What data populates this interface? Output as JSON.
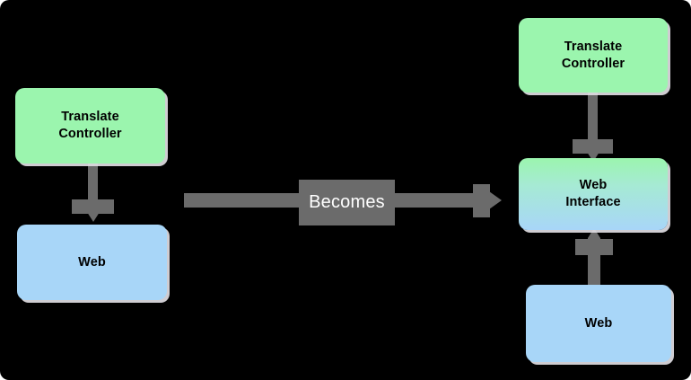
{
  "diagram": {
    "title": "Becomes transformation diagram",
    "background_color": "#000000",
    "accent_gray": "#6b6b6b",
    "green": "#9bf5ae",
    "blue": "#a8d6f8",
    "shadow": "#e1dee4",
    "left_group": {
      "name": "before",
      "nodes": [
        {
          "id": "left-translate-controller",
          "label": "Translate\nController",
          "fill": "green"
        },
        {
          "id": "left-web",
          "label": "Web",
          "fill": "blue"
        }
      ],
      "connector": {
        "id": "left-tc-to-web",
        "direction": "down",
        "from": "left-translate-controller",
        "to": "left-web"
      }
    },
    "transition": {
      "id": "becomes-arrow",
      "label": "Becomes",
      "direction": "right"
    },
    "right_group": {
      "name": "after",
      "nodes": [
        {
          "id": "right-translate-controller",
          "label": "Translate\nController",
          "fill": "green"
        },
        {
          "id": "right-web-interface",
          "label": "Web\nInterface",
          "fill": "gradient-green-blue"
        },
        {
          "id": "right-web",
          "label": "Web",
          "fill": "blue"
        }
      ],
      "connectors": [
        {
          "id": "right-tc-to-webinterface",
          "direction": "down",
          "from": "right-translate-controller",
          "to": "right-web-interface"
        },
        {
          "id": "right-web-to-webinterface",
          "direction": "up",
          "from": "right-web",
          "to": "right-web-interface"
        }
      ]
    }
  }
}
